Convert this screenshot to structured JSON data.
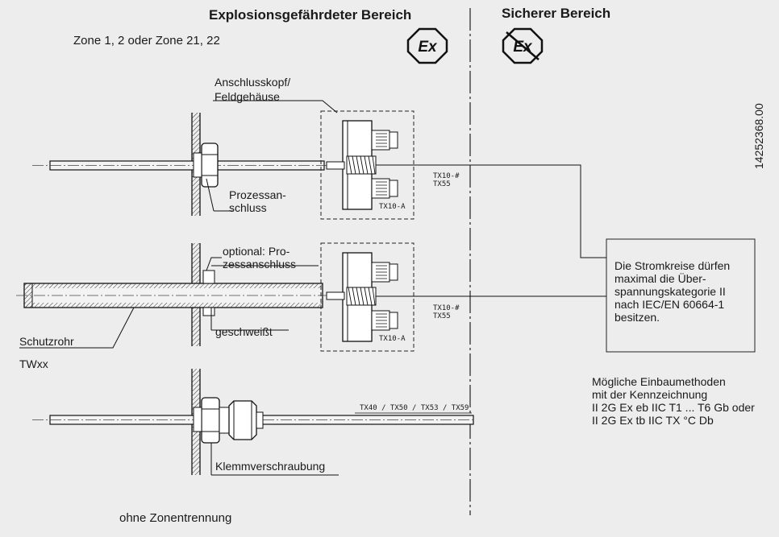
{
  "header": {
    "hazardous_area": "Explosionsgefährdeter Bereich",
    "safe_area": "Sicherer Bereich",
    "zone_text": "Zone 1, 2 oder Zone 21, 22"
  },
  "symbols": {
    "ex_symbol": "Ex",
    "ex_crossed_symbol": "Ex"
  },
  "labels": {
    "terminal_head_1": "Anschlusskopf/",
    "terminal_head_2": "Feldgehäuse",
    "process_conn_1": "Prozessan-",
    "process_conn_2": "schluss",
    "optional_1": "optional: Pro-",
    "optional_2": "zessanschluss",
    "thermowell_1": "Schutzrohr",
    "thermowell_2": "TWxx",
    "welded": "geschweißt",
    "compression_fitting": "Klemmverschraubung",
    "no_zone_separation": "ohne Zonentrennung",
    "drawing_number": "14252368.00"
  },
  "codes": {
    "tx10_hash_1": "TX10-#",
    "tx55_1": "TX55",
    "tx10a_1": "TX10-A",
    "tx10_hash_2": "TX10-#",
    "tx55_2": "TX55",
    "tx10a_2": "TX10-A",
    "tx_series": "TX40 / TX50 / TX53 / TX59"
  },
  "notes": {
    "circuits": [
      "Die Stromkreise dürfen",
      "maximal die Über-",
      "spannungskategorie II",
      "nach IEC/EN 60664-1",
      "besitzen."
    ],
    "methods": [
      "Mögliche Einbaumethoden",
      "mit der Kennzeichnung",
      "II 2G Ex eb IIC T1 ... T6 Gb oder",
      "II 2G Ex tb IIC TX °C Db"
    ]
  }
}
